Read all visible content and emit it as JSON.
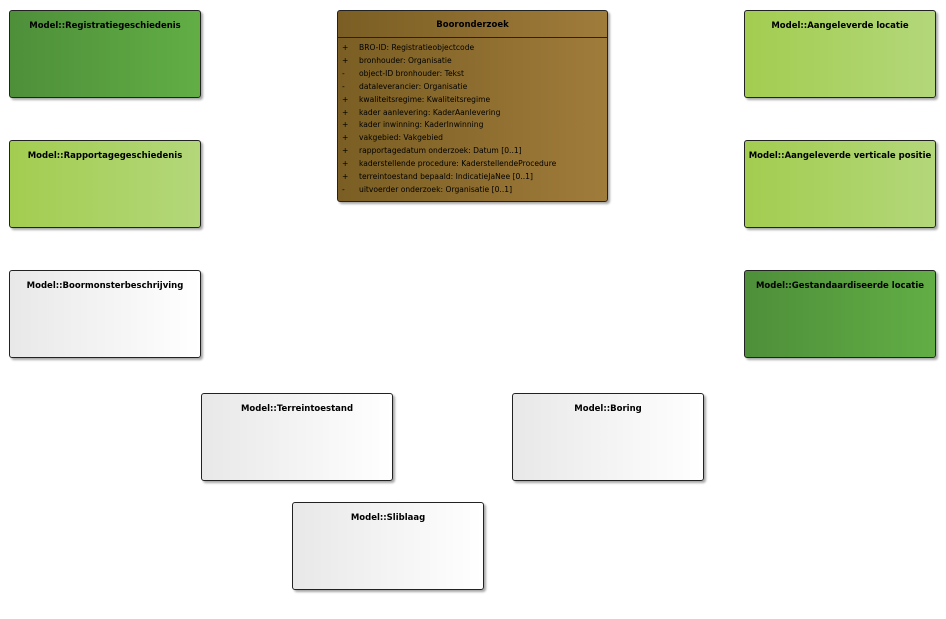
{
  "diagram": {
    "main_class": {
      "name": "Booronderzoek",
      "attributes": [
        {
          "visibility": "+",
          "text": "BRO-ID: Registratieobjectcode"
        },
        {
          "visibility": "+",
          "text": "bronhouder: Organisatie"
        },
        {
          "visibility": "-",
          "text": "object-ID bronhouder: Tekst"
        },
        {
          "visibility": "-",
          "text": "dataleverancier: Organisatie"
        },
        {
          "visibility": "+",
          "text": "kwaliteitsregime: Kwaliteitsregime"
        },
        {
          "visibility": "+",
          "text": "kader aanlevering: KaderAanlevering"
        },
        {
          "visibility": "+",
          "text": "kader inwinning: KaderInwinning"
        },
        {
          "visibility": "+",
          "text": "vakgebied: Vakgebied"
        },
        {
          "visibility": "+",
          "text": "rapportagedatum onderzoek: Datum [0..1]"
        },
        {
          "visibility": "+",
          "text": "kaderstellende procedure: KaderstellendeProcedure"
        },
        {
          "visibility": "+",
          "text": "terreintoestand bepaald: IndicatieJaNee [0..1]"
        },
        {
          "visibility": "-",
          "text": "uitvoerder onderzoek: Organisatie [0..1]"
        }
      ]
    },
    "classes": {
      "registratiegeschiedenis": "Model::Registratiegeschiedenis",
      "rapportagegeschiedenis": "Model::Rapportagegeschiedenis",
      "boormonsterbeschrijving": "Model::Boormonsterbeschrijving",
      "terreintoestand": "Model::Terreintoestand",
      "boring": "Model::Boring",
      "sliblaag": "Model::Sliblaag",
      "aangeleverde_locatie": "Model::Aangeleverde locatie",
      "aangeleverde_verticale_positie": "Model::Aangeleverde verticale positie",
      "gestandaardiseerde_locatie": "Model::Gestandaardiseerde locatie"
    },
    "colors": {
      "main_class_fill": "#8f6f30",
      "dark_green_fill": "#58a03f",
      "light_green_fill": "#a9d161",
      "white_fill": "#ffffff",
      "border": "#222222"
    }
  }
}
